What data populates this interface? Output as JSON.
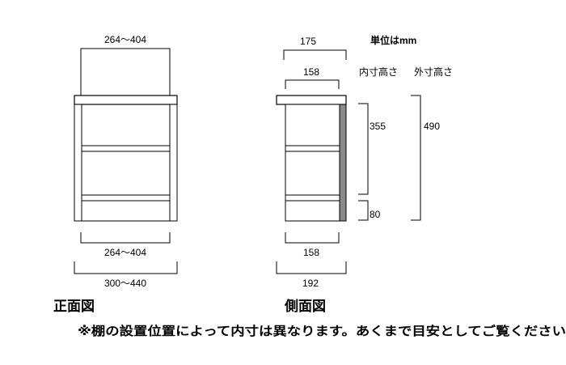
{
  "unit_label": "単位はmm",
  "headers": {
    "inner_height": "内寸高さ",
    "outer_height": "外寸高さ"
  },
  "front_view": {
    "title": "正面図",
    "top_width": "264～404",
    "inner_width": "264～404",
    "outer_width": "300～440"
  },
  "side_view": {
    "title": "側面図",
    "top_depth": "175",
    "body_depth": "158",
    "inner_depth": "158",
    "outer_depth": "192",
    "inner_height_main": "355",
    "inner_height_bottom": "80",
    "outer_height": "490"
  },
  "note": "※棚の設置位置によって内寸は異なります。あくまで目安としてご覧ください",
  "colors": {
    "line": "#000000",
    "back_panel": "#8a8a8a",
    "background": "#ffffff"
  }
}
